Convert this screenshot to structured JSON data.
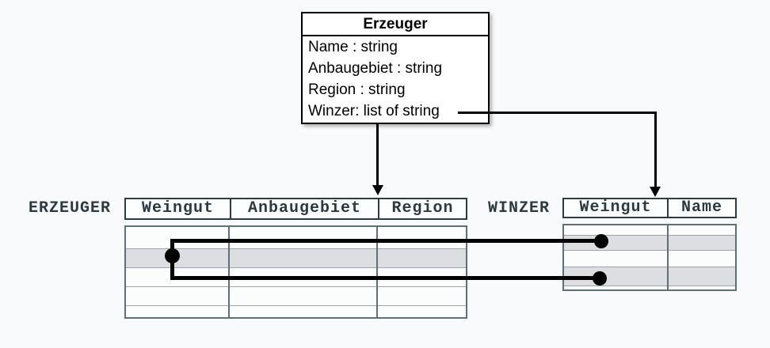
{
  "diagram": {
    "class_box": {
      "title": "Erzeuger",
      "attributes": [
        "Name : string",
        "Anbaugebiet : string",
        "Region : string",
        "Winzer: list of string"
      ]
    },
    "erzeuger_table": {
      "label": "ERZEUGER",
      "columns": [
        "Weingut",
        "Anbaugebiet",
        "Region"
      ],
      "body_rows": 4,
      "highlighted_rows": [
        2
      ]
    },
    "winzer_table": {
      "label": "WINZER",
      "columns": [
        "Weingut",
        "Name"
      ],
      "body_rows": 4,
      "highlighted_rows": [
        2,
        4
      ]
    },
    "relations": {
      "description": "Winzer attribute maps one ERZEUGER row to two WINZER rows"
    }
  },
  "colors": {
    "background": "#f9fafb",
    "table_ink": "#2b3a42",
    "header_border": "#2c3a42",
    "body_border": "#5d7078",
    "row_highlight": "#dcdee2",
    "connector": "#000000",
    "class_box_border": "#000000"
  }
}
